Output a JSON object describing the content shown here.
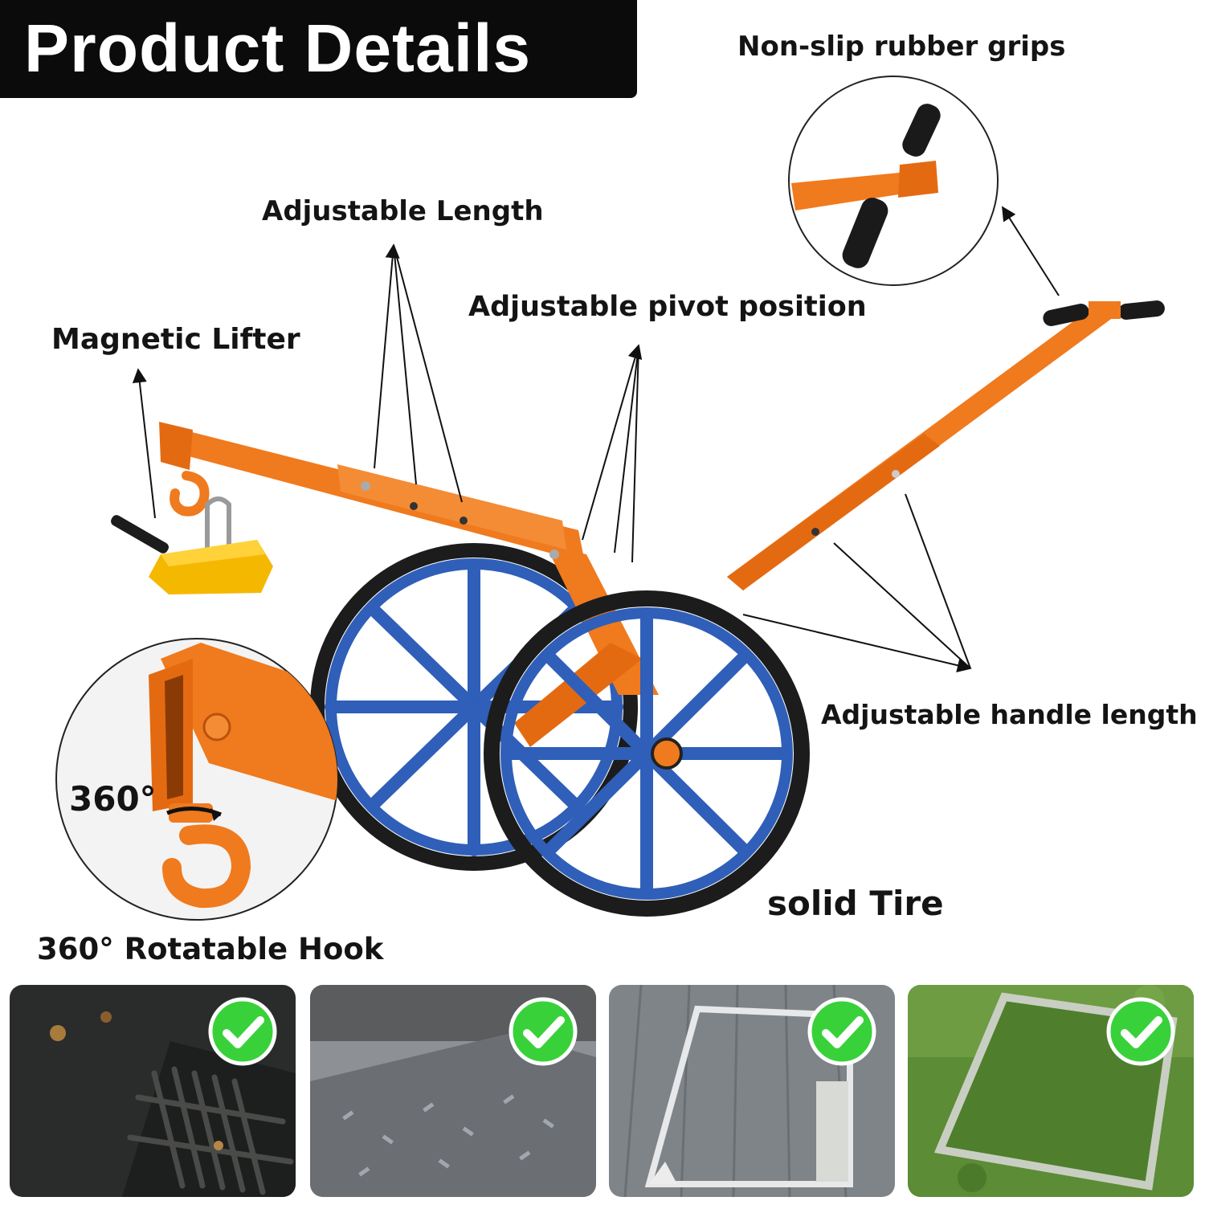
{
  "header": {
    "title": "Product Details"
  },
  "labels": {
    "grips": "Non-slip rubber grips",
    "length": "Adjustable Length",
    "pivot": "Adjustable pivot position",
    "magnet": "Magnetic Lifter",
    "handle": "Adjustable handle length",
    "tire": "solid Tire",
    "hook": "360° Rotatable Hook",
    "rotation": "360°"
  },
  "colors": {
    "frame": "#f07a1e",
    "wheel": "#2f5fb8",
    "tire": "#1c1c1c",
    "magnet": "#f5b800",
    "check": "#39d13a",
    "title_bg": "#0b0b0b"
  },
  "applications": [
    {
      "name": "storm drain grate",
      "icon": "check-circle-icon"
    },
    {
      "name": "checker steel plate",
      "icon": "check-circle-icon"
    },
    {
      "name": "floor access cover",
      "icon": "check-circle-icon"
    },
    {
      "name": "manhole cover on grass",
      "icon": "check-circle-icon"
    }
  ]
}
